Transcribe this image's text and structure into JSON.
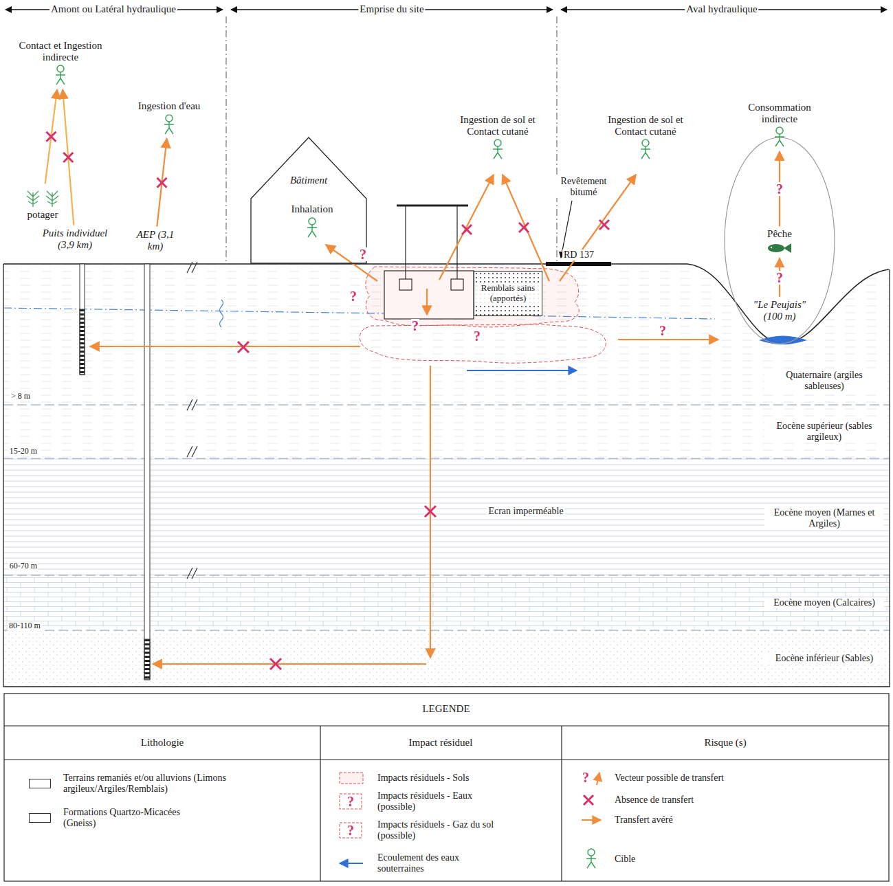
{
  "diagram": {
    "nodes": [
      {
        "text": [
          "Contact et Ingestion indirecte"
        ]
      },
      {
        "text": [
          "Ingestion d'eau"
        ]
      },
      {
        "text": [
          "Ingestion de sol et Contact cutané"
        ]
      },
      {
        "text": [
          "Ingestion de sol et Contact cutané"
        ]
      },
      {
        "text": [
          "Consommation indirecte"
        ]
      },
      {
        "text": [
          "potager"
        ]
      },
      {
        "text": [
          "Puits individuel (3,9 km)"
        ]
      },
      {
        "text": [
          "AEP (3,1 km)"
        ]
      },
      {
        "text": [
          "Bâtiment"
        ]
      },
      {
        "text": [
          "Inhalation"
        ],
        "in": 8
      },
      {
        "text": [
          "Remblais sains (apportés)"
        ]
      },
      {
        "text": [
          "Pêche"
        ]
      },
      {
        "text": [
          "\"Le Peujais\" (100 m)"
        ]
      }
    ],
    "edges": [
      {
        "from": 5,
        "to": 0,
        "arrow": "to"
      },
      {
        "from": 6,
        "to": 0,
        "arrow": "to"
      },
      {
        "from": 7,
        "to": 1,
        "arrow": "to"
      },
      {
        "from": 12,
        "to": 11,
        "arrow": "to",
        "label": "?"
      },
      {
        "from": 11,
        "to": 4,
        "arrow": "to",
        "label": "?"
      }
    ],
    "labels": [
      "Amont ou Latéral hydraulique",
      "Emprise du site",
      "Aval hydraulique",
      "RD 137",
      "Revêtement bitumé",
      "?",
      "?",
      "?",
      "?",
      "?",
      "Ecran imperméable",
      "Quaternaire (argiles sableuses)",
      "Eocène supérieur (sables argileux)",
      "Eocène moyen (Marnes et Argiles)",
      "Eocène moyen (Calcaires)",
      "Eocène inférieur (Sables)",
      "> 8 m",
      "15-20 m",
      "60-70 m",
      "80-110 m",
      "LEGENDE",
      "Lithologie",
      "Impact résiduel",
      "Risque (s)",
      "?",
      "?",
      "?"
    ],
    "legend": [
      {
        "text": "Terrains remaniés et/ou alluvions (Limons argileux/Argiles/Remblais)",
        "color": "#ffffff"
      },
      {
        "text": "Formations Quartzo-Micacées (Gneiss)",
        "color": "#ffffff"
      },
      {
        "text": "Impacts résiduels - Sols"
      },
      {
        "text": "Impacts résiduels - Eaux (possible)"
      },
      {
        "text": "Impacts résiduels - Gaz du sol (possible)"
      },
      {
        "text": "Ecoulement des eaux souterraines"
      },
      {
        "text": "Vecteur possible de transfert"
      },
      {
        "text": "Absence de transfert"
      },
      {
        "text": "Transfert avéré"
      },
      {
        "text": "Cible"
      }
    ]
  }
}
